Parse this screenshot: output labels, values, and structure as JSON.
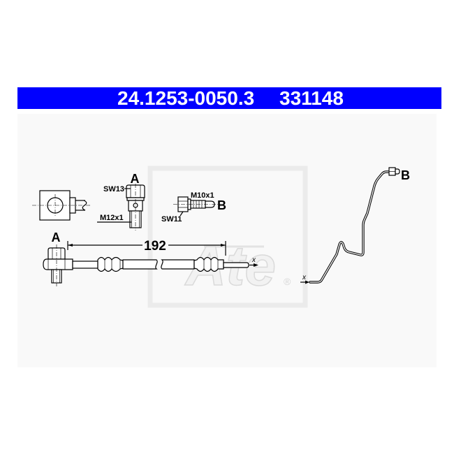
{
  "header": {
    "part_number": "24.1253-0050.3",
    "reference_number": "331148",
    "background_color": "#0000ff",
    "text_color": "#ffffff"
  },
  "watermark": {
    "logo_text": "Ate",
    "registered_mark": "®",
    "color": "#dadada"
  },
  "view_a": {
    "label": "A",
    "wrench_size": "SW13",
    "thread": "M12x1"
  },
  "view_b": {
    "label": "B",
    "thread": "M10x1",
    "wrench_size": "SW11"
  },
  "hose_assembly": {
    "end_label": "A",
    "length": "192",
    "cut_marker": "x"
  },
  "routing": {
    "cut_marker": "x",
    "end_label": "B"
  },
  "line_color": "#000000"
}
